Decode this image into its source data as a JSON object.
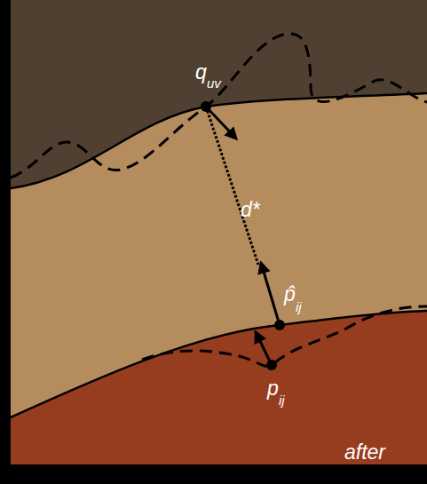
{
  "diagram": {
    "labels": [
      "q",
      "uv",
      "d*",
      "p̂",
      "ij",
      "p",
      "ij",
      "after"
    ]
  }
}
